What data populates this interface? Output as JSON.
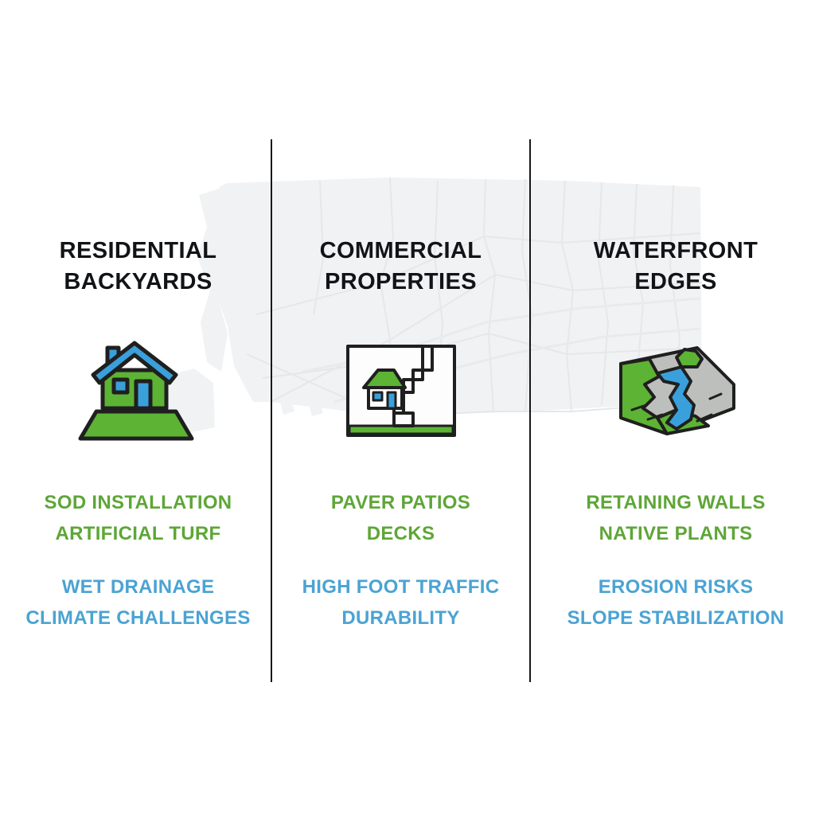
{
  "poster": {
    "background_color": "#ffffff",
    "layout": "three-column comparison infographic",
    "divider_color": "#16181a",
    "heading_color": "#111416",
    "services_color": "#5EA637",
    "challenges_color": "#4BA3D3",
    "map_fill": "#f1f2f3",
    "map_line": "#e6e7e8"
  },
  "columns": [
    {
      "id": "residential-backyards",
      "heading": "RESIDENTIAL\nBACKYARDS",
      "icon_name": "house-with-lawn-icon",
      "services": "SOD INSTALLATION\nARTIFICIAL TURF",
      "challenges": "WET DRAINAGE\nCLIMATE CHALLENGES"
    },
    {
      "id": "commercial-properties",
      "heading": "COMMERCIAL\nPROPERTIES",
      "icon_name": "commercial-site-plan-icon",
      "services": "PAVER PATIOS\nDECKS",
      "challenges": "HIGH FOOT TRAFFIC\nDURABILITY"
    },
    {
      "id": "waterfront-edges",
      "heading": "WATERFRONT\nEDGES",
      "icon_name": "riverbank-slope-terrain-icon",
      "services": "RETAINING WALLS\nNATIVE PLANTS",
      "challenges": "EROSION RISKS\nSLOPE STABILIZATION"
    }
  ],
  "palette": {
    "green_fill": "#5CB334",
    "blue_fill": "#3AA0DC",
    "gray_fill": "#bdbfbc",
    "outline": "#201f1f",
    "white_fill": "#fdfdfd"
  }
}
